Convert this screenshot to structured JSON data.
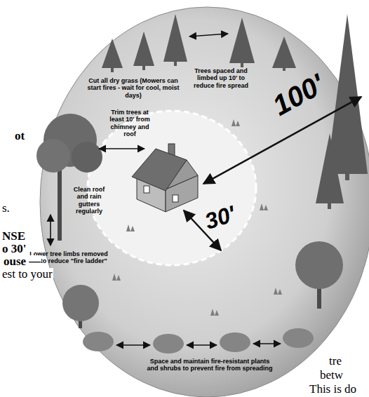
{
  "diagram": {
    "labels": [
      "Cut all dry grass (Mowers can start fires - wait for cool, moist days)",
      "Trees spaced and limbed up 10' to reduce fire spread",
      "Trim trees at least 10' from chimney and roof",
      "Clean roof and rain gutters regularly",
      "Lower tree limbs removed 10' to reduce \"fire ladder\"",
      "Space and maintain fire-resistant plants and shrubs to prevent fire from spreading",
      "100'",
      "30'",
      "ot",
      "s.",
      "NSE",
      "o 30'",
      "ouse —",
      "est to your",
      "tre",
      "betw",
      "This is do"
    ]
  }
}
